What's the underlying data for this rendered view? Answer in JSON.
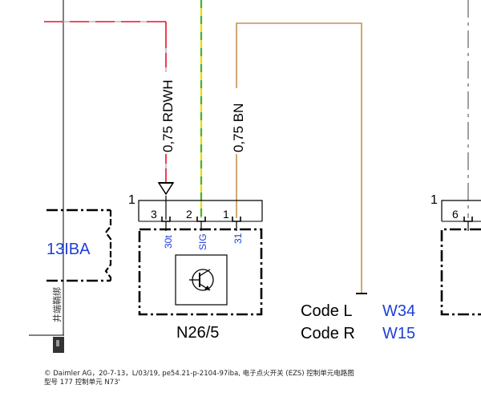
{
  "wires": {
    "rdwh_label": "0,75 RDWH",
    "bn_label": "0,75 BN"
  },
  "connectors": {
    "left_group_label": "13IBA",
    "left_group_vertical_text": "井端鞘绑",
    "main_pin_ref": "1",
    "right_pin_ref": "1"
  },
  "module": {
    "name": "N26/5",
    "pins": [
      {
        "number": "3",
        "signal": "30t"
      },
      {
        "number": "2",
        "signal": "SIG"
      },
      {
        "number": "1",
        "signal": "31"
      }
    ]
  },
  "right_module": {
    "pin_number": "6"
  },
  "codes": [
    {
      "label": "Code L",
      "value": "W34"
    },
    {
      "label": "Code R",
      "value": "W15"
    }
  ],
  "footer": {
    "line1": "© Daimler AG，20-7-13，L/03/19, pe54.21-p-2104-97iba, 电子点火开关 (EZS) 控制单元电路图",
    "line2": "型号 177 控制单元 N73'"
  },
  "colors": {
    "wire_red": "#e8102a",
    "wire_yellow": "#e3e000",
    "wire_green": "#3cb44a",
    "wire_brown": "#c8914e",
    "wire_grey": "#888888",
    "label_blue": "#1f3fd6",
    "ink": "#000000"
  }
}
